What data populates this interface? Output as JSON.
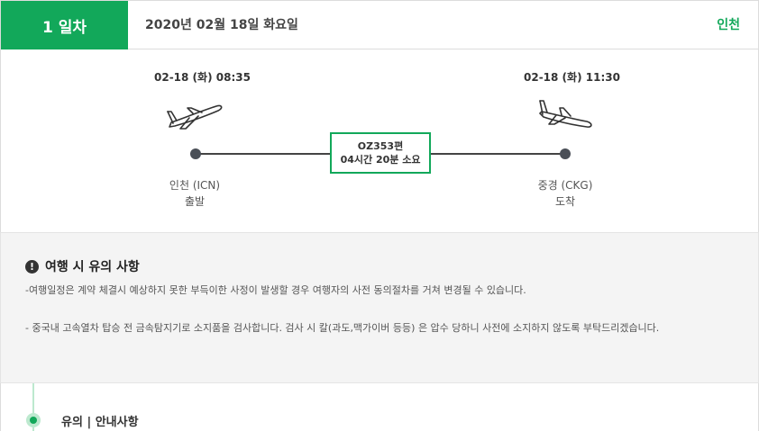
{
  "day": {
    "badge": "1 일차",
    "date": "2020년 02월 18일 화요일",
    "city": "인천"
  },
  "flight": {
    "departure": {
      "time": "02-18 (화) 08:35",
      "place": "인천 (ICN)",
      "status": "출발"
    },
    "arrival": {
      "time": "02-18 (화) 11:30",
      "place": "중경 (CKG)",
      "status": "도착"
    },
    "flight_no": "OZ353편",
    "duration": "04시간 20분 소요"
  },
  "notice": {
    "title": "여행 시 유의 사항",
    "icon": "!",
    "lines": [
      "-여행일정은 계약 체결시 예상하지 못한 부득이한 사정이 발생할 경우 여행자의 사전 동의절차를 거쳐 변경될 수 있습니다.",
      "- 중국내 고속열차 탑승 전 금속탐지기로 소지품을 검사합니다. 검사 시 칼(과도,맥가이버 등등) 은 압수 당하니 사전에 소지하지 않도록 부탁드리겠습니다."
    ]
  },
  "guide": {
    "title": "유의 | 안내사항"
  },
  "colors": {
    "accent": "#12a85a",
    "dot": "#4a4f57",
    "notice_bg": "#f4f4f4"
  },
  "icons": {
    "departure": "airplane-takeoff-icon",
    "arrival": "airplane-landing-icon",
    "notice": "exclamation-circle-icon",
    "timeline": "timeline-dot-icon"
  }
}
